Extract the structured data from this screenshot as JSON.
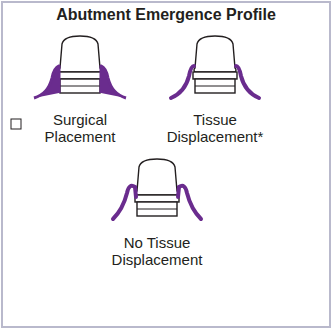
{
  "diagram": {
    "title": "Abutment Emergence Profile",
    "labels": [
      "Surgical Placement",
      "Tissue Displacement*",
      "No Tissue Displacement"
    ]
  }
}
